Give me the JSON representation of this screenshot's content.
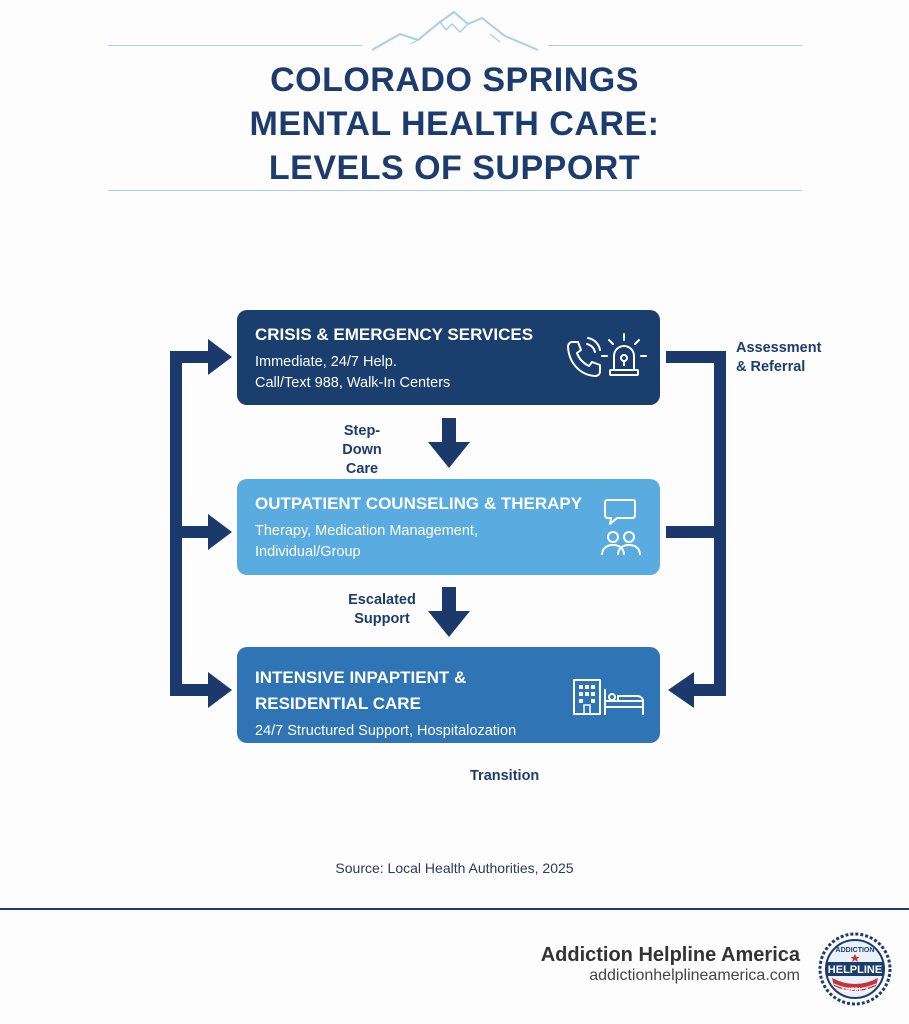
{
  "title": {
    "lines": [
      "COLORADO SPRINGS",
      "MENTAL HEALTH CARE:",
      "LEVELS OF SUPPORT"
    ]
  },
  "levels": [
    {
      "title": "CRISIS & EMERGENCY SERVICES",
      "lines": [
        "Immediate, 24/7 Help.",
        "Call/Text 988, Walk-In Centers"
      ],
      "icons": [
        "phone-icon",
        "alarm-siren-icon"
      ],
      "color": "#1a3e6e"
    },
    {
      "title": "OUTPATIENT COUNSELING & THERAPY",
      "lines": [
        "Therapy, Medication Management,",
        "Individual/Group"
      ],
      "icons": [
        "speech-bubble-icon",
        "people-icon"
      ],
      "color": "#5aabdf"
    },
    {
      "title_lines": [
        "INTENSIVE INPAPTIENT &",
        "RESIDENTIAL CARE"
      ],
      "lines": [
        "24/7 Structured Support, Hospitalozation"
      ],
      "icons": [
        "hospital-building-icon",
        "bed-icon"
      ],
      "color": "#2f74b4"
    }
  ],
  "flows": {
    "step_down": [
      "Step-Down",
      "Care"
    ],
    "escalated": [
      "Escalated",
      "Support"
    ],
    "assessment": [
      "Assessment",
      "& Referral"
    ],
    "transition": "Transition"
  },
  "source": "Source: Local Health Authorities, 2025",
  "footer": {
    "brand_name": "Addiction Helpline America",
    "brand_url": "addictionhelplineamerica.com",
    "logo_lettering": [
      "ADDICTION",
      "HELPLINE",
      "AMERICA"
    ]
  },
  "colors": {
    "navy": "#1d3c6e",
    "arrow": "#1b3a6b",
    "accent_light": "#a9cfe8"
  }
}
